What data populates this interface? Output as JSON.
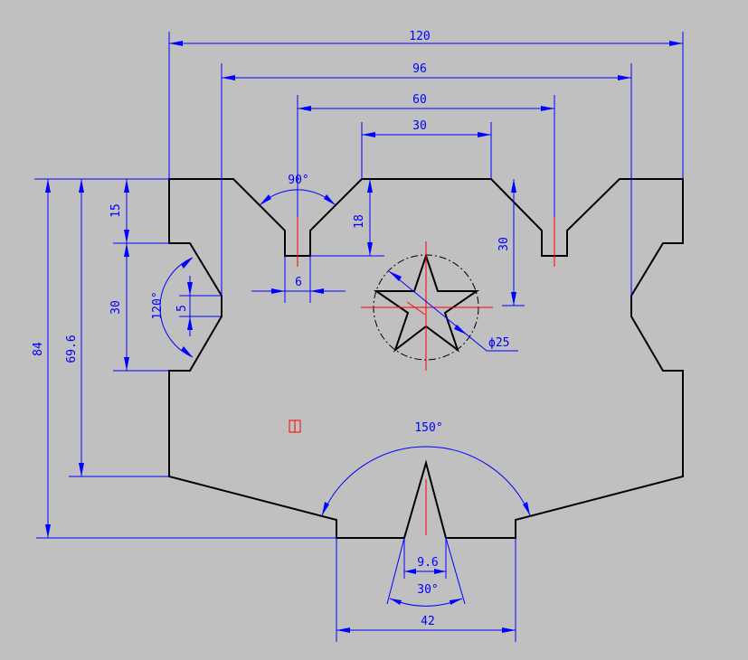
{
  "drawing": {
    "dimensions": {
      "overall_width": "120",
      "mid_width": "96",
      "inner_width": "60",
      "top_flat_width": "30",
      "v_angle": "90°",
      "v_depth": "18",
      "slot_width": "6",
      "right_slot_depth": "30",
      "left_notch_top": "15",
      "left_notch_height": "30",
      "left_notch_angle": "120°",
      "left_notch_flat": "5",
      "overall_height": "84",
      "side_height": "69.6",
      "circle_diameter": "ϕ25",
      "bottom_angle": "150°",
      "bottom_notch_width": "9.6",
      "bottom_notch_angle": "30°",
      "bottom_width": "42"
    },
    "colors": {
      "background": "#c0c0c0",
      "outline": "#000000",
      "dimension": "#0000ff",
      "centerline": "#ff0000"
    }
  }
}
